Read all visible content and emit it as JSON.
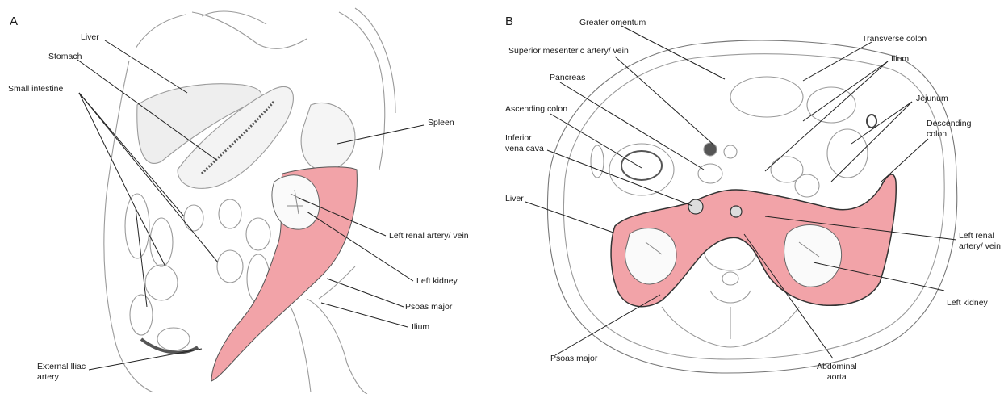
{
  "panels": [
    {
      "letter": "A",
      "labels": {
        "liver": "Liver",
        "stomach": "Stomach",
        "small_intestine": "Small intestine",
        "spleen": "Spleen",
        "left_renal": "Left renal artery/ vein",
        "left_kidney": "Left kidney",
        "psoas_major": "Psoas major",
        "ilium": "Ilium",
        "external_iliac_1": "External Iliac",
        "external_iliac_2": "artery"
      }
    },
    {
      "letter": "B",
      "labels": {
        "greater_omentum": "Greater omentum",
        "transverse_colon": "Transverse colon",
        "superior_mesenteric": "Superior mesenteric artery/ vein",
        "ilium": "Ilium",
        "pancreas": "Pancreas",
        "jejunum": "Jejunum",
        "ascending_colon": "Ascending colon",
        "descending_colon_1": "Descending",
        "descending_colon_2": "colon",
        "ivc_1": "Inferior",
        "ivc_2": "vena cava",
        "liver": "Liver",
        "left_renal_1": "Left renal",
        "left_renal_2": "artery/ vein",
        "left_kidney": "Left kidney",
        "psoas_major": "Psoas major",
        "aorta_1": "Abdominal",
        "aorta_2": "aorta"
      }
    }
  ],
  "colors": {
    "highlight": "#f2a3a8",
    "line": "#222222",
    "sketch": "#9a9a9a"
  }
}
